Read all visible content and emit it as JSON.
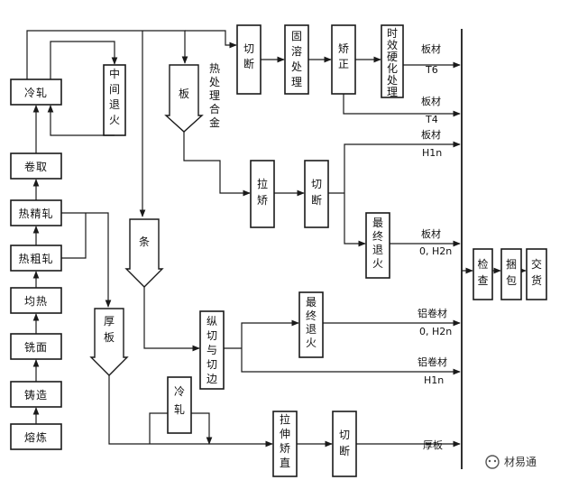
{
  "diagram": {
    "process_boxes": {
      "smelting": "熔炼",
      "casting": "铸造",
      "milling": "铣面",
      "soaking": "均热",
      "hot_rough_rolling": "热粗轧",
      "hot_finish_rolling": "热精轧",
      "coiling": "卷取",
      "cold_rolling": "冷轧",
      "intermediate_annealing": "中间退火",
      "cutting_top": "切断",
      "solution_treatment": "固溶处理",
      "straightening": "矫正",
      "aging_treatment": "时效硬化处理",
      "tension_straightening": "拉矫",
      "cutting_middle": "切断",
      "final_annealing_1": "最终退火",
      "longitudinal_cut_edge_trim": "纵切与切边",
      "final_annealing_2": "最终退火",
      "cold_rolling_2": "冷轧",
      "stretch_straightening": "拉伸矫直",
      "cutting_bottom": "切断",
      "inspection": "检查",
      "packing": "捆包",
      "delivery": "交货"
    },
    "product_shapes": {
      "sheet": "板",
      "strip": "条",
      "thick_plate": "厚板"
    },
    "annotations": {
      "heat_treatable_alloy": "热处理合金"
    },
    "outputs": [
      {
        "label": "板材",
        "temper": "T6"
      },
      {
        "label": "板材",
        "temper": "T4"
      },
      {
        "label": "板材",
        "temper": "H1n"
      },
      {
        "label": "板材",
        "temper": "0, H2n"
      },
      {
        "label": "铝卷材",
        "temper": "0, H2n"
      },
      {
        "label": "铝卷材",
        "temper": "H1n"
      },
      {
        "label": "厚板",
        "temper": ""
      }
    ],
    "watermark": "材易通"
  }
}
